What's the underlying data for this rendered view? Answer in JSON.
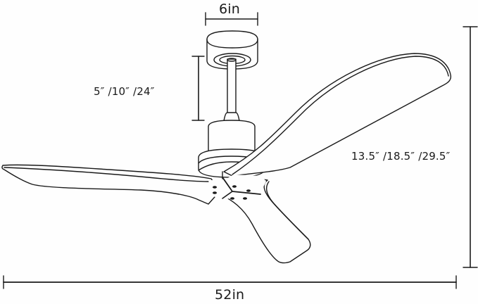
{
  "diagram": {
    "subject": "Ceiling fan with three wooden blades – dimension drawing",
    "line_color": "#1a1a1a",
    "background": "#fefefe",
    "dimensions": {
      "canopy_width": "6in",
      "downrod_lengths": "5″ /10″ /24″",
      "overall_height": "13.5″ /18.5″ /29.5″",
      "blade_span": "52in"
    },
    "components": [
      "canopy",
      "downrod",
      "motor-housing",
      "blade-left",
      "blade-upper-right",
      "blade-lower",
      "hub-with-screws"
    ],
    "blade_count": 3,
    "hub_screw_count": 6
  }
}
